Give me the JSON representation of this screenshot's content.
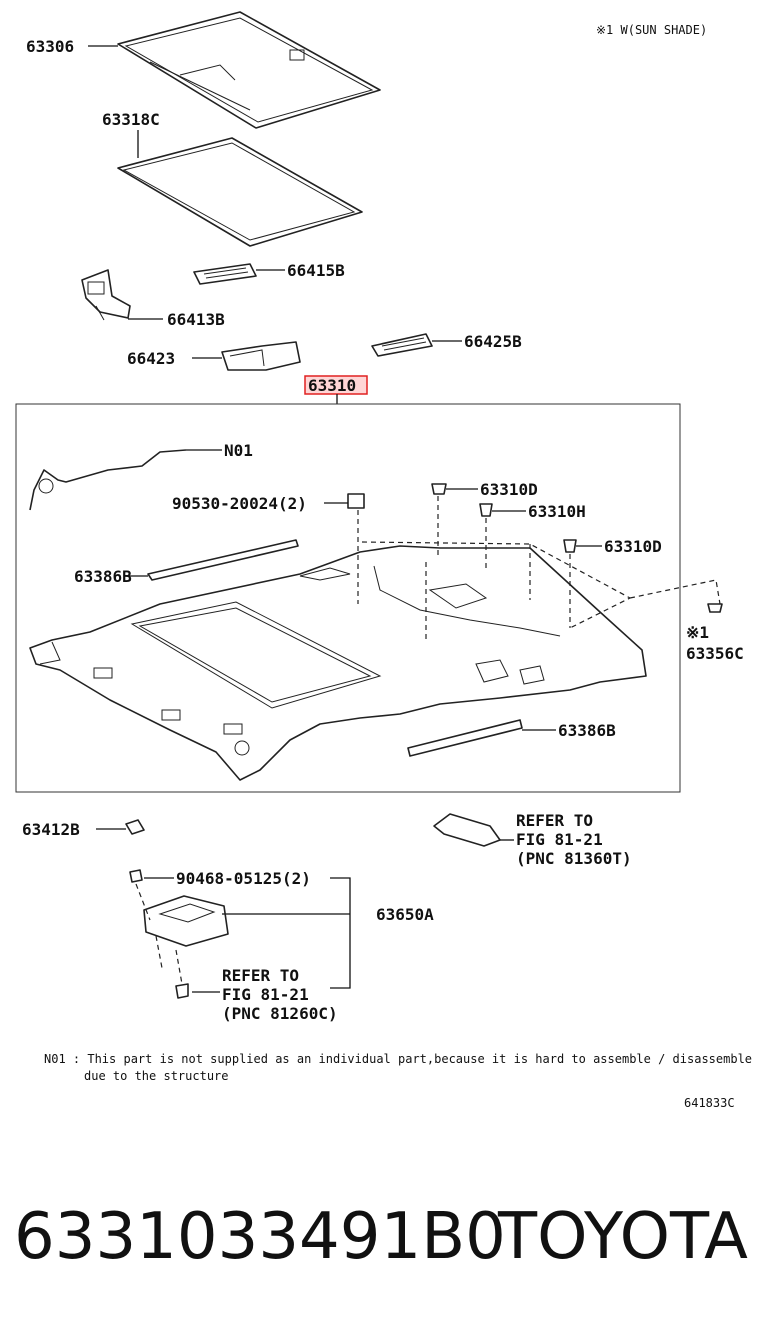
{
  "header_note": "※1 W(SUN SHADE)",
  "labels": {
    "p63306": "63306",
    "p63318c": "63318C",
    "p66415b": "66415B",
    "p66413b": "66413B",
    "p66425b": "66425B",
    "p66423": "66423",
    "p63310": "63310",
    "n01": "N01",
    "p90530": "90530-20024(2)",
    "p63310d_a": "63310D",
    "p63310h": "63310H",
    "p63310d_b": "63310D",
    "p63386b_a": "63386B",
    "p63356c_mark": "※1",
    "p63356c": "63356C",
    "p63386b_b": "63386B",
    "p63412b": "63412B",
    "refer1_a": "REFER TO",
    "refer1_b": "FIG 81-21",
    "refer1_c": "(PNC 81360T)",
    "p90468": "90468-05125(2)",
    "p63650a": "63650A",
    "refer2_a": "REFER TO",
    "refer2_b": "FIG 81-21",
    "refer2_c": "(PNC 81260C)"
  },
  "footnote_line1": "N01 : This part is not supplied as an individual part,because it is hard to assemble / disassemble",
  "footnote_line2": "due to the structure",
  "figure_code": "641833C",
  "part_number": "6331033491B0",
  "brand": "TOYOTA"
}
